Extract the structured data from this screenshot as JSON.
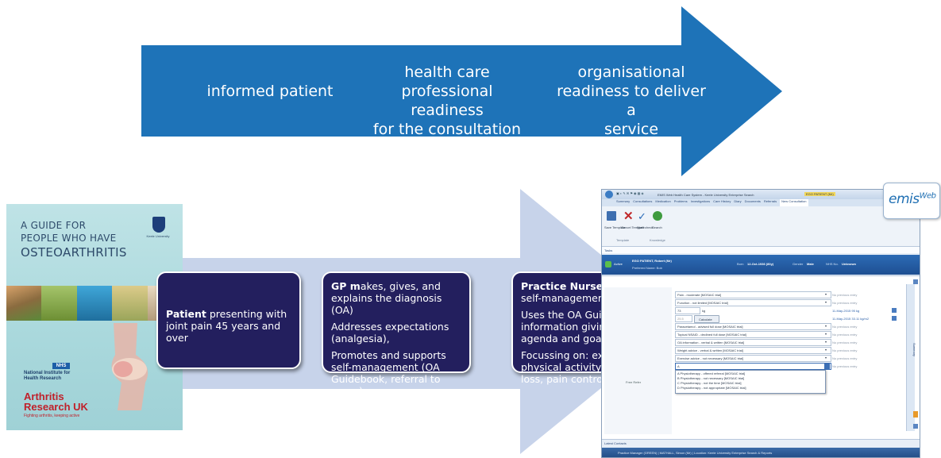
{
  "top_arrow": {
    "color": "#1e73b8",
    "labels": [
      {
        "line1": "informed patient",
        "line2": "",
        "line3": "",
        "line4": ""
      },
      {
        "line1": "health care",
        "line2": "professional readiness",
        "line3": "for the consultation",
        "line4": ""
      },
      {
        "line1": "organisational",
        "line2": "readiness to deliver a",
        "line3": "service",
        "line4": ""
      }
    ]
  },
  "bottom_arrow": {
    "color": "#c7d3ea"
  },
  "guide": {
    "title_line1": "A GUIDE FOR",
    "title_line2": "PEOPLE WHO HAVE",
    "title_line3": "OSTEOARTHRITIS",
    "logo_text": "Keele University",
    "nihr_badge": "NHS",
    "nihr_line1": "National Institute for",
    "nihr_line2": "Health Research",
    "ar_line1": "Arthritis",
    "ar_line2": "Research UK",
    "ar_tag": "Fighting arthritis, keeping active"
  },
  "boxes": {
    "patient": {
      "bold": "Patient",
      "text": " presenting with joint pain 45 years and over"
    },
    "gp": {
      "p1_bold": "GP m",
      "p1_text": "akes, gives, and explains the diagnosis (OA)",
      "p2": "Addresses expectations (analgesia),",
      "p3": "Promotes and supports self-management (OA Guidebook, referral to nurse)"
    },
    "nurse": {
      "p1_bold": "Practice Nurse",
      "p1_text": " Supports self-management",
      "p2": "Uses the OA Guidebook, information giving, agenda and goal setting,",
      "p3": "Focussing on: exercise / physical activity, weight loss, pain control"
    }
  },
  "emis": {
    "logo": "emis",
    "logo_sub": "Web",
    "title_bar": "EMIS Web Health Care System - Keele University Enterprise Search",
    "title_tag": "EGO PATIENT (Mr)",
    "tabs": [
      "Summary",
      "Consultations",
      "Medication",
      "Problems",
      "Investigations",
      "Care History",
      "Diary",
      "Documents",
      "Referrals",
      "New Consultation"
    ],
    "toolbar": [
      "Save Template",
      "Cancel Template",
      "Spell check",
      "Search"
    ],
    "toolbar_groups": [
      "Template",
      "Knowledge"
    ],
    "tasks": "Tasks",
    "patient_name": "EGO PATIENT, Robert (Mr)",
    "preferred_name": "Preferred Name: Bob",
    "born_label": "Born",
    "born_value": "12-Oct-1936 (80y)",
    "gender_label": "Gender",
    "gender_value": "Male",
    "nhs_label": "NHS No.",
    "nhs_value": "Unknown",
    "active_label": "Active",
    "fields": [
      {
        "value": "Pain - moderate [MOSAIC trial]",
        "prev": "No previous entry"
      },
      {
        "value": "Function - not limited [MOSAIC trial]",
        "prev": "No previous entry"
      },
      {
        "value": "73",
        "unit": "kg",
        "prev": "11-May-2015  95 kg"
      },
      {
        "value": "25.5",
        "unit": "Calculate",
        "prev": "11-May-2015  33.11 kg/m2"
      },
      {
        "value": "Paracetamol - advised full dose [MOSAIC trial]",
        "prev": "No previous entry"
      },
      {
        "value": "Topical NSAID - declined full dose [MOSAIC trial]",
        "prev": "No previous entry"
      },
      {
        "value": "OA information - verbal & written [MOSAIC trial]",
        "prev": "No previous entry"
      },
      {
        "value": "Weight advice - verbal & written [MOSAIC trial]",
        "prev": "No previous entry"
      },
      {
        "value": "Exercise advice - not necessary [MOSAIC trial]",
        "prev": "No previous entry"
      },
      {
        "value": "A",
        "prev": "No previous entry"
      }
    ],
    "field_label": "Free Refer",
    "dropdown": [
      "A  Physiotherapy - offered referral [MOSAIC trial]",
      "B  Physiotherapy - not necessary [MOSAIC trial]",
      "C  Physiotherapy - not the time [MOSAIC trial]",
      "D  Physiotherapy - not appropriate [MOSAIC trial]"
    ],
    "side_tab": "Summary",
    "latest_contacts": "Latest Contacts",
    "status_bar": "Practice Manager (GREEN)  |  MATHALL, Simon (Mr)  |  Location: Keele University Enterprise Search & Reports"
  }
}
